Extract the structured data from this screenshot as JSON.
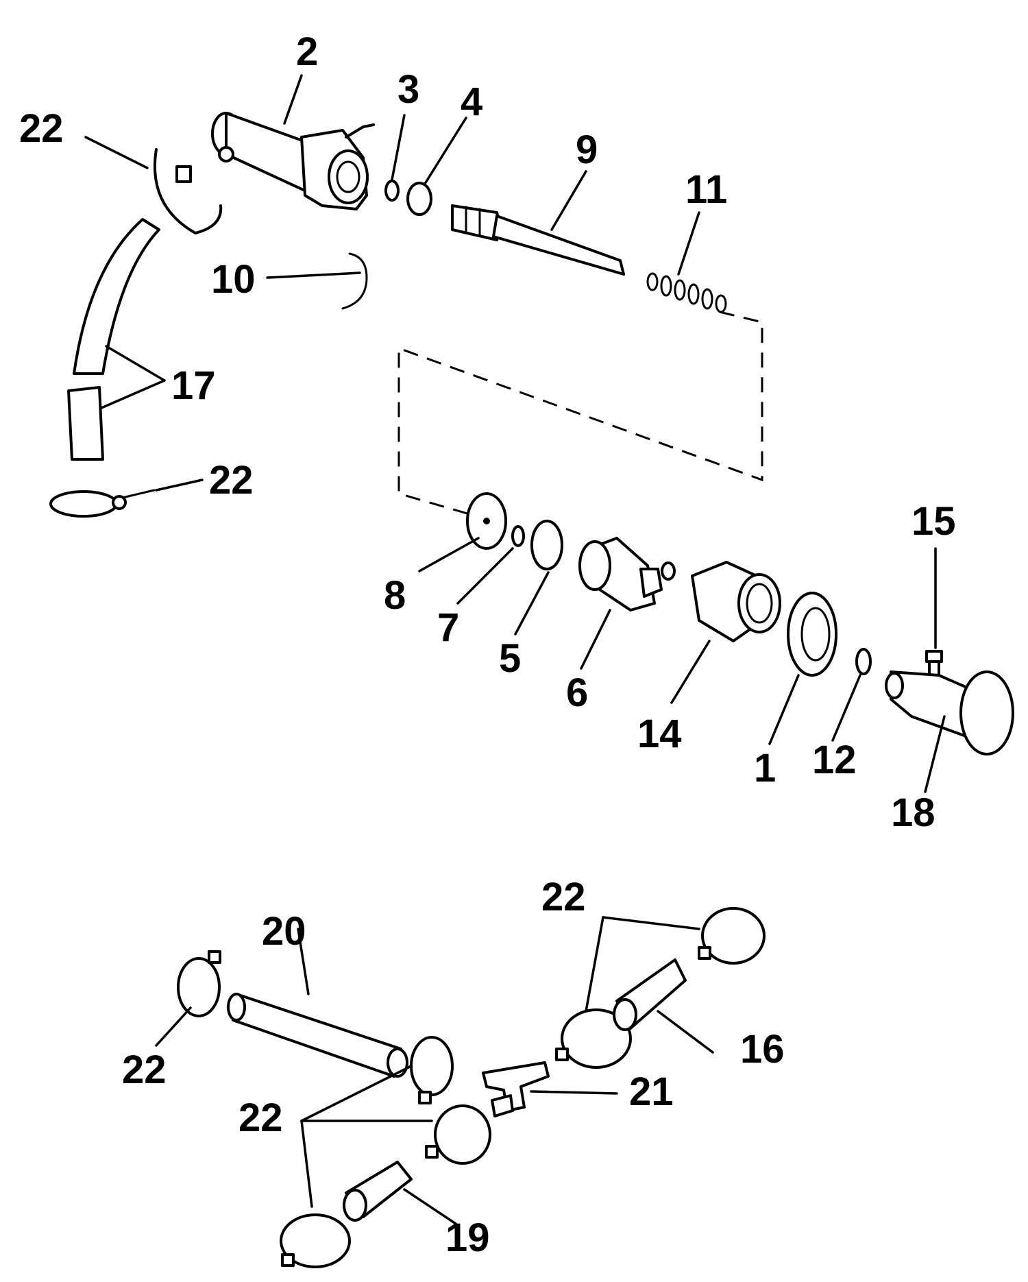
{
  "diagram": {
    "callouts": {
      "c1": "1",
      "c2": "2",
      "c3": "3",
      "c4": "4",
      "c5": "5",
      "c6": "6",
      "c7": "7",
      "c8": "8",
      "c9": "9",
      "c10": "10",
      "c11": "11",
      "c12": "12",
      "c14": "14",
      "c15": "15",
      "c16": "16",
      "c17": "17",
      "c18": "18",
      "c19": "19",
      "c20": "20",
      "c21": "21",
      "c22a": "22",
      "c22b": "22",
      "c22c": "22",
      "c22d": "22",
      "c22e": "22"
    }
  }
}
